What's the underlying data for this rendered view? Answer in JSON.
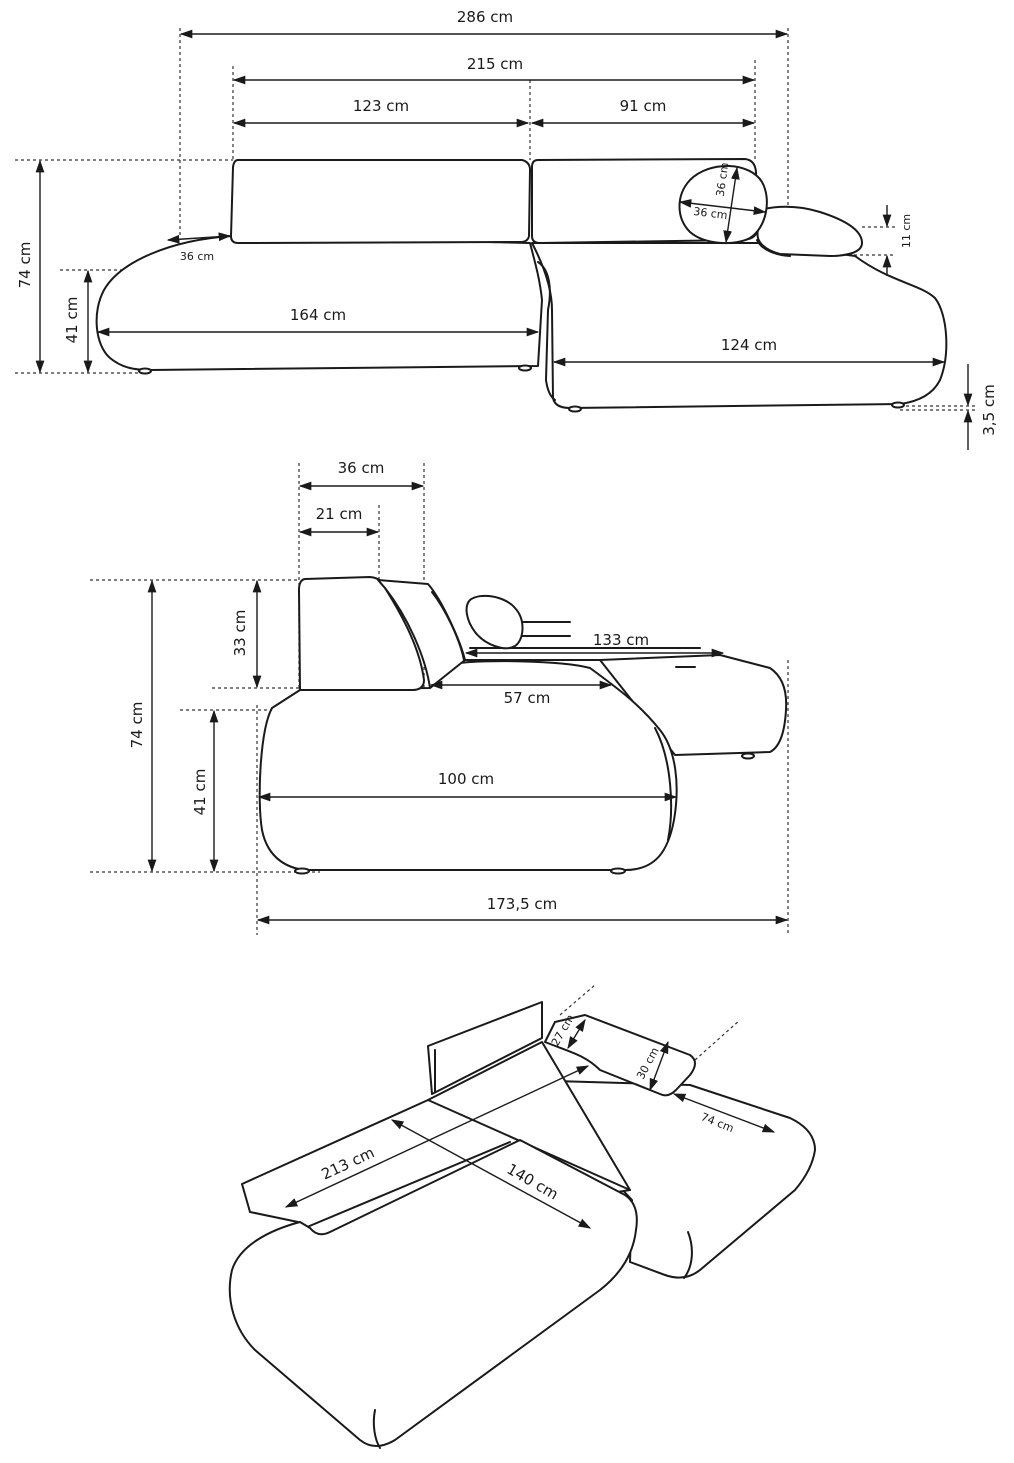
{
  "front_view": {
    "total_width": "286 cm",
    "back_width": "215 cm",
    "left_back_width": "123 cm",
    "right_back_width": "91 cm",
    "total_height": "74 cm",
    "seat_height": "41 cm",
    "armrest_depth": "36 cm",
    "left_section_width": "164 cm",
    "chaise_width": "124 cm",
    "pillow_height": "36 cm",
    "pillow_width": "36 cm",
    "headrest_thickness": "11 cm",
    "leg_height": "3,5 cm"
  },
  "side_view": {
    "backrest_depth": "36 cm",
    "backrest_top_depth": "21 cm",
    "total_height": "74 cm",
    "backrest_height": "33 cm",
    "seat_height": "41 cm",
    "chaise_seat_depth": "133 cm",
    "seat_depth": "57 cm",
    "section_depth": "100 cm",
    "total_depth": "173,5 cm"
  },
  "bed_view": {
    "bed_length": "213 cm",
    "bed_width": "140 cm",
    "headrest_depth": "27 cm",
    "headrest_width": "30 cm",
    "headrest_length": "74 cm"
  }
}
